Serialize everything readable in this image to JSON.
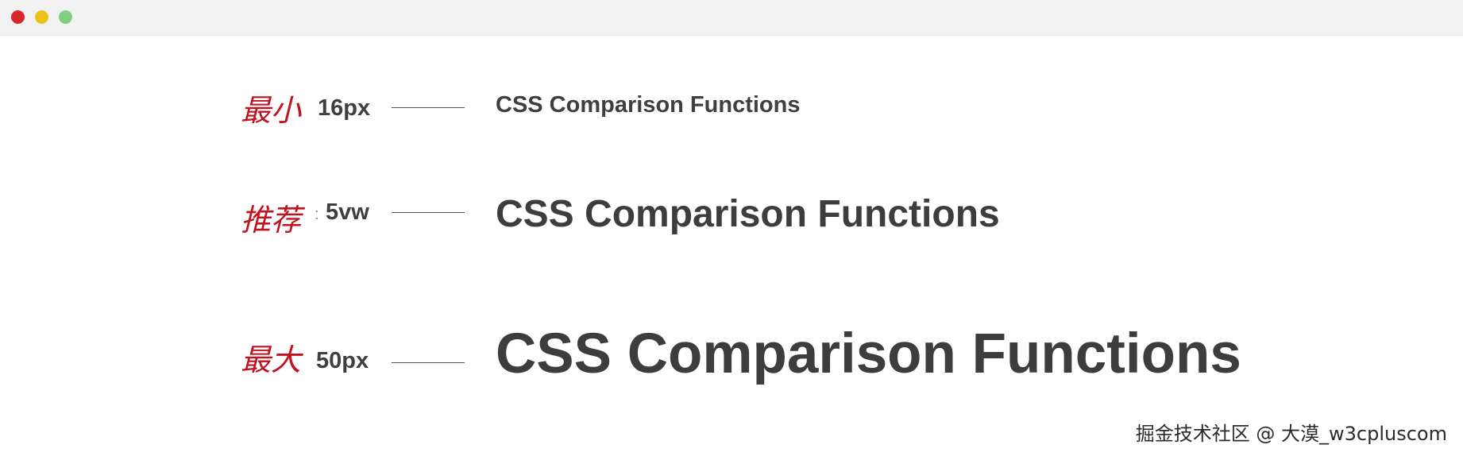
{
  "window": {
    "controls": [
      "close",
      "minimize",
      "maximize"
    ],
    "colors": {
      "close": "#d8262d",
      "minimize": "#ecc21a",
      "maximize": "#7fcf7f"
    }
  },
  "rows": [
    {
      "label": "最小",
      "size": "16px",
      "sample": "CSS Comparison Functions"
    },
    {
      "label": "推荐",
      "size": "5vw",
      "sample": "CSS Comparison Functions"
    },
    {
      "label": "最大",
      "size": "50px",
      "sample": "CSS Comparison Functions"
    }
  ],
  "watermark": "掘金技术社区 @ 大漠_w3cpluscom",
  "colors": {
    "accent": "#c1121f",
    "text": "#3d3d3d"
  }
}
